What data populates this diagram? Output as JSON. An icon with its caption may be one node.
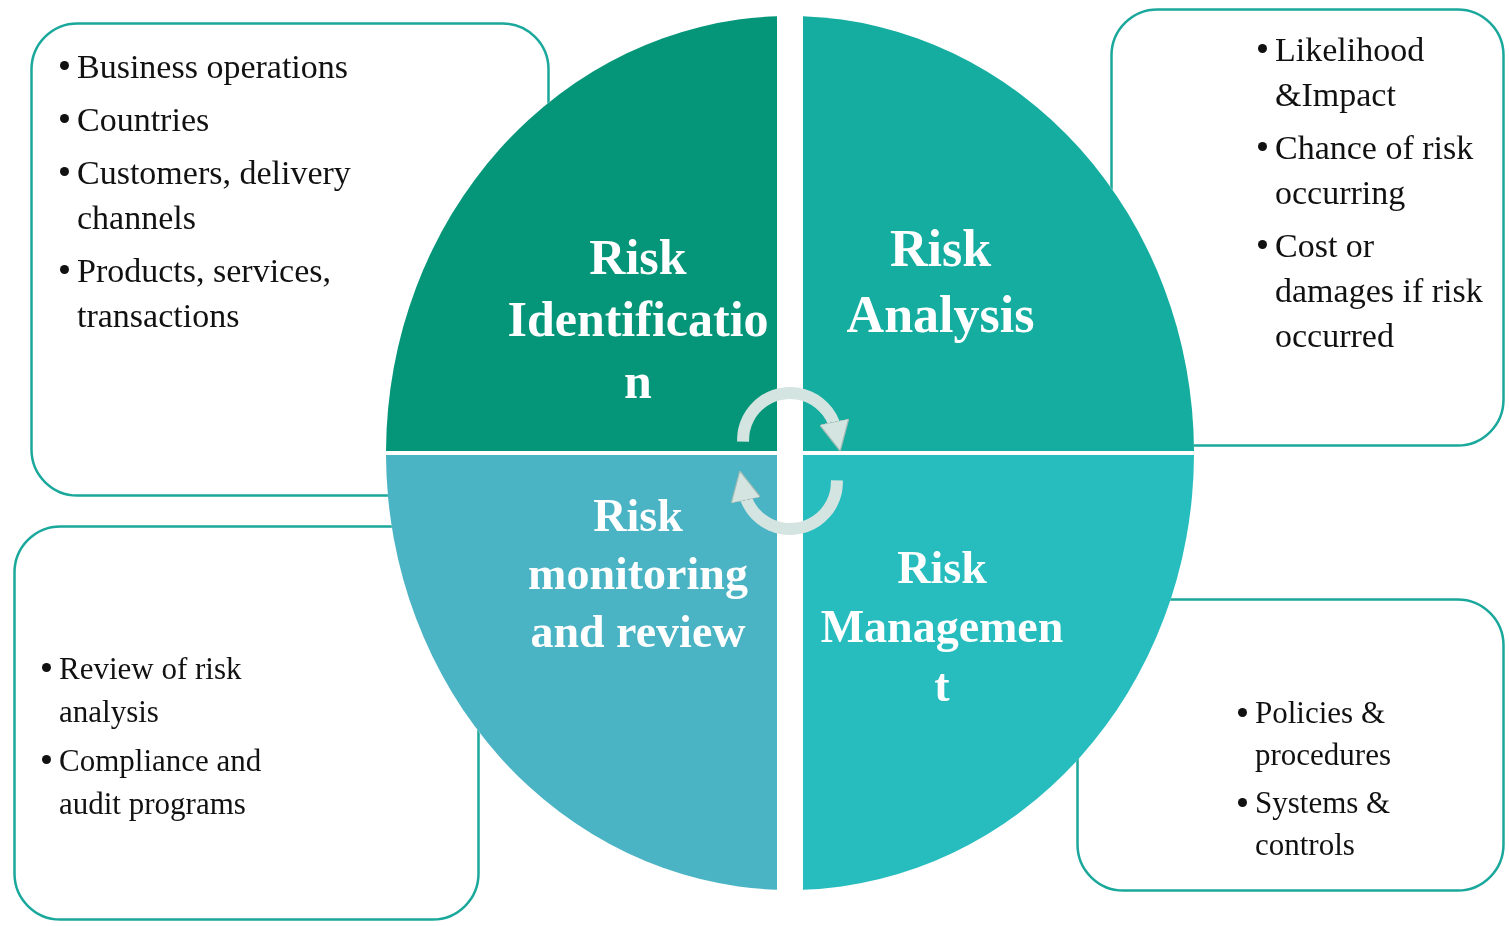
{
  "diagram": {
    "nodes": [
      {
        "text": [
          "Business operations",
          "Countries",
          "Customers, delivery channels",
          "Products, services, transactions"
        ]
      },
      {
        "text": [
          "Risk Identification"
        ]
      },
      {
        "text": [
          "Risk Analysis"
        ]
      },
      {
        "text": [
          "Likelihood &Impact",
          "Chance of risk occurring",
          "Cost or damages if risk occurred"
        ]
      },
      {
        "text": [
          "Review of risk analysis",
          "Compliance and audit programs"
        ]
      },
      {
        "text": [
          "Risk monitoring and review"
        ]
      },
      {
        "text": [
          "Risk Management"
        ]
      },
      {
        "text": [
          "Policies & procedures",
          "Systems & controls"
        ]
      }
    ],
    "edges": [
      {
        "from": 1,
        "to": 2,
        "arrow": "to"
      },
      {
        "from": 6,
        "to": 5,
        "arrow": "to"
      }
    ]
  }
}
